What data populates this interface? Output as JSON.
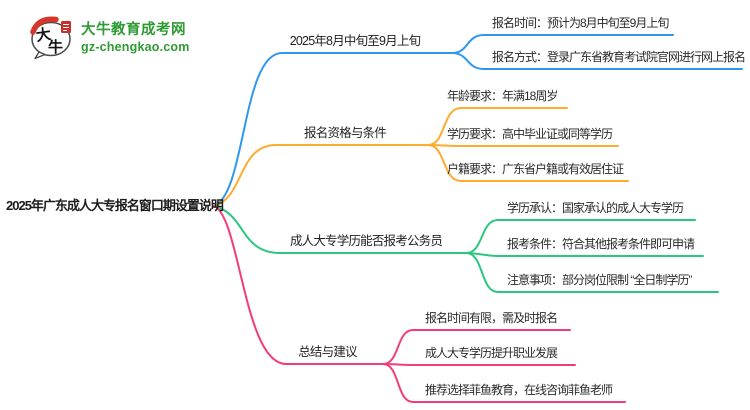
{
  "logo": {
    "icon_char_1": "大",
    "icon_char_2": "牛",
    "site_name": "大牛教育成考网",
    "site_domain": "gz-chengkao.com",
    "brand_green": "#2e9b33",
    "brand_red": "#d8352a"
  },
  "root": {
    "title": "2025年广东成人大专报名窗口期设置说明"
  },
  "branches": [
    {
      "label": "2025年8月中旬至9月上旬",
      "color": "#2e97f0",
      "children": [
        "报名时间：预计为8月中旬至9月上旬",
        "报名方式：登录广东省教育考试院官网进行网上报名"
      ]
    },
    {
      "label": "报名资格与条件",
      "color": "#ffab2e",
      "children": [
        "年龄要求：年满18周岁",
        "学历要求：高中毕业证或同等学历",
        "户籍要求：广东省户籍或有效居住证"
      ]
    },
    {
      "label": "成人大专学历能否报考公务员",
      "color": "#2cc77e",
      "children": [
        "学历承认：国家承认的成人大专学历",
        "报考条件：符合其他报考条件即可申请",
        "注意事项：部分岗位限制 “全日制学历”"
      ]
    },
    {
      "label": "总结与建议",
      "color": "#f43c7d",
      "children": [
        "报名时间有限，需及时报名",
        "成人大专学历提升职业发展",
        "推荐选择菲鱼教育，在线咨询菲鱼老师"
      ]
    }
  ],
  "colors": {
    "text": "#2a2a2a",
    "background": "#ffffff"
  }
}
